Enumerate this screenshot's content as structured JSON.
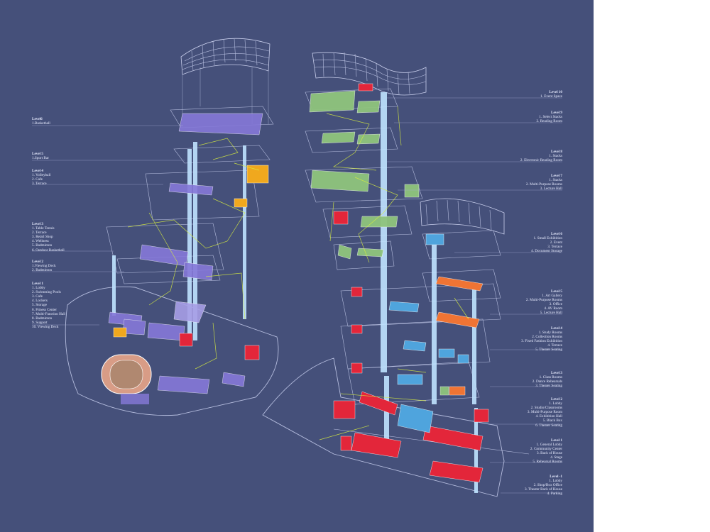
{
  "colors": {
    "background": "#45507a",
    "purple": "#8679d9",
    "green": "#8fc47d",
    "red": "#e3263a",
    "blue": "#4fa4dd",
    "orange": "#f07434",
    "yellow": "#f0a81e",
    "column": "#bfe3ff",
    "guide": "#d8ef3e",
    "line": "#c9d0f0"
  },
  "left_tower": {
    "levels": [
      {
        "title": "Level6",
        "items": [
          "1.Basketball"
        ]
      },
      {
        "title": "Level 5",
        "items": [
          "1.Sport Bar"
        ]
      },
      {
        "title": "Level 4",
        "items": [
          "1. Volleyball",
          "2. Cafe",
          "3. Terrace"
        ]
      },
      {
        "title": "Level 3",
        "items": [
          "1. Table Tennis",
          "2. Terrace",
          "3. Retail Shop",
          "4. Wellness",
          "5. Badminton",
          "6. Outdoor Basketball"
        ]
      },
      {
        "title": "Level 2",
        "items": [
          "1.Viewing Deck",
          "2. Badminton"
        ]
      },
      {
        "title": "Level 1",
        "items": [
          "1. Lobby",
          "2. Swimming Pools",
          "3. Cafe",
          "4. Lockers",
          "5. Storage",
          "6. Fitness Center",
          "7. Multi-Function Hall",
          "8. Badminton",
          "9. Support",
          "10. Viewing Deck"
        ]
      }
    ]
  },
  "right_tower": {
    "levels": [
      {
        "title": "Level 10",
        "items": [
          "1. Event Space"
        ]
      },
      {
        "title": "Level 9",
        "items": [
          "1. Select Stacks",
          "2. Reading Room"
        ]
      },
      {
        "title": "Level 8",
        "items": [
          "1. Stacks",
          "2. Electronic Reading Room"
        ]
      },
      {
        "title": "Level 7",
        "items": [
          "1. Stacks",
          "2. Multi-Purpose Rooms",
          "3. Lecture Hall"
        ]
      },
      {
        "title": "Level 6",
        "items": [
          "1. Small Exhibition",
          "2. Event",
          "3. Terrace",
          "4. Document Storage"
        ]
      },
      {
        "title": "Level 5",
        "items": [
          "1. Art Gallery",
          "2. Multi-Purpose Rooms",
          "3. Office",
          "4. AV Room",
          "5. Lecture Hall"
        ]
      },
      {
        "title": "Level 4",
        "items": [
          "1. Study Rooms",
          "2. Collection Rooms",
          "3. Fixed Fashion Exhibition",
          "4. Terrace",
          "5. Theater Seating"
        ]
      },
      {
        "title": "Level 3",
        "items": [
          "1. Class Rooms",
          "2. Dance Rehearsals",
          "3. Theater Seating"
        ]
      },
      {
        "title": "Level 2",
        "items": [
          "1. Lobby",
          "2. Studio/Classrooms",
          "3. Multi-Purpose Room",
          "4. Exhibition Hall",
          "5. Black Box",
          "6. Theater Seating"
        ]
      },
      {
        "title": "Level 1",
        "items": [
          "1. General Lobby",
          "2. Community Center",
          "3. Back of House",
          "4. Stage",
          "5. Rehearsal Rooms"
        ]
      },
      {
        "title": "Level -1",
        "items": [
          "1. Lobby",
          "2. Shop/Box Office",
          "3. Theater Back of House",
          "4. Parking"
        ]
      }
    ]
  }
}
